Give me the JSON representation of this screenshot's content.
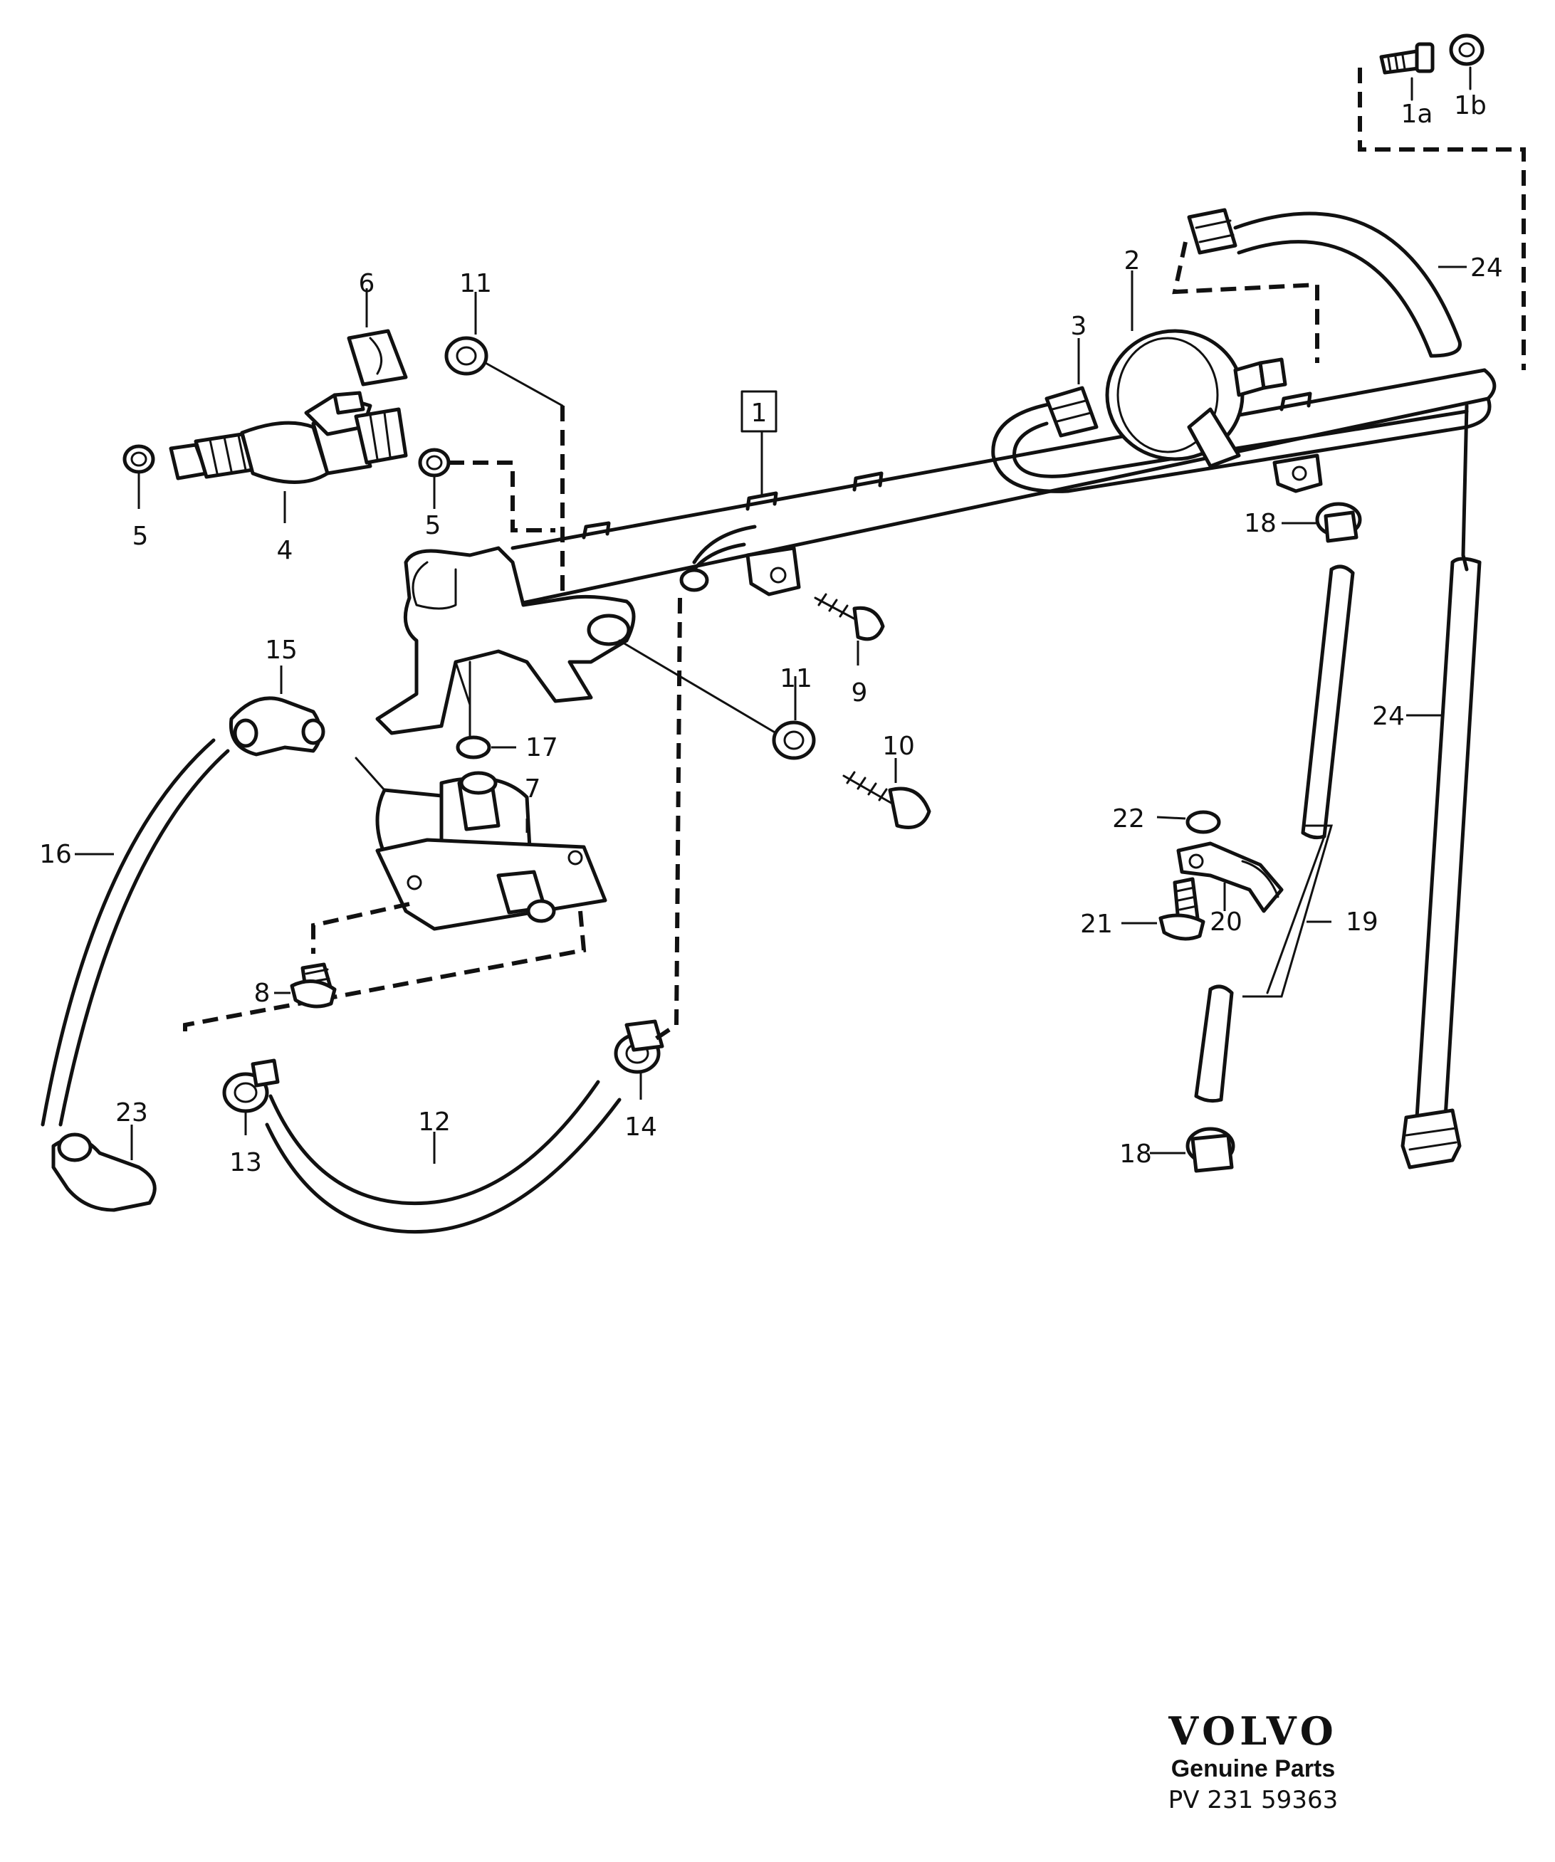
{
  "labels": {
    "l1": "1",
    "l1a": "1a",
    "l1b": "1b",
    "l2": "2",
    "l3": "3",
    "l4": "4",
    "l5": "5",
    "l6": "6",
    "l7": "7",
    "l8": "8",
    "l9": "9",
    "l10": "10",
    "l11": "11",
    "l12": "12",
    "l13": "13",
    "l14": "14",
    "l15": "15",
    "l16": "16",
    "l17": "17",
    "l18": "18",
    "l19": "19",
    "l20": "20",
    "l21": "21",
    "l22": "22",
    "l23": "23",
    "l24": "24"
  },
  "brand": {
    "logo": "VOLVO",
    "subtitle": "Genuine Parts",
    "code": "PV 231 59363"
  }
}
